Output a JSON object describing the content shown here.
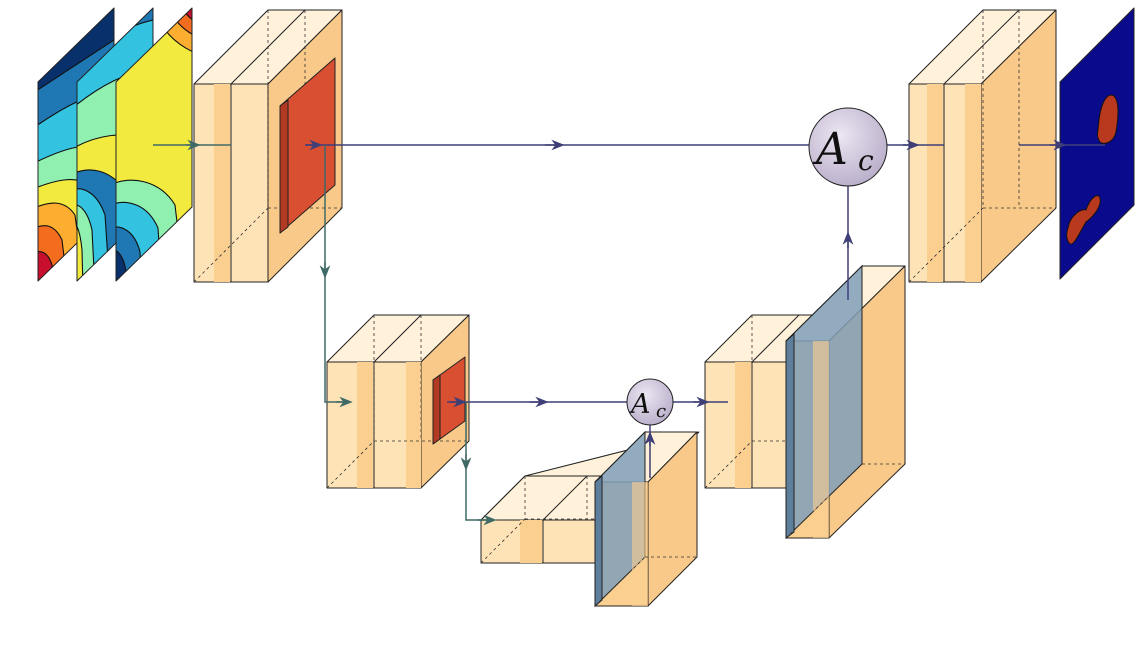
{
  "colors": {
    "block_front": "#fde3b6",
    "block_front_deep": "#fbcf8f",
    "block_top": "#fff1da",
    "block_side": "#f9c98a",
    "block_side_deep": "#f6b56a",
    "pool_front": "#d84f32",
    "pool_side": "#b23a22",
    "skip_blue": "#7f9fba",
    "skip_blue_dark": "#5e7f9c",
    "arrow_main": "#3f3f78",
    "arrow_down": "#3f6a66",
    "attention_fill": "#cfc6dc",
    "output_bg": "#0a0a8c",
    "output_blob": "#b8391e"
  },
  "input_field_palette": [
    "#08306b",
    "#1f78b4",
    "#33c2e0",
    "#8ff0b0",
    "#f3ea40",
    "#fdae30",
    "#f46d1f",
    "#c8102e"
  ],
  "attention_gates": [
    {
      "id": "attention-gate-top",
      "symbol": "A",
      "subscript": "c"
    },
    {
      "id": "attention-gate-bottom",
      "symbol": "A",
      "subscript": "c"
    }
  ]
}
